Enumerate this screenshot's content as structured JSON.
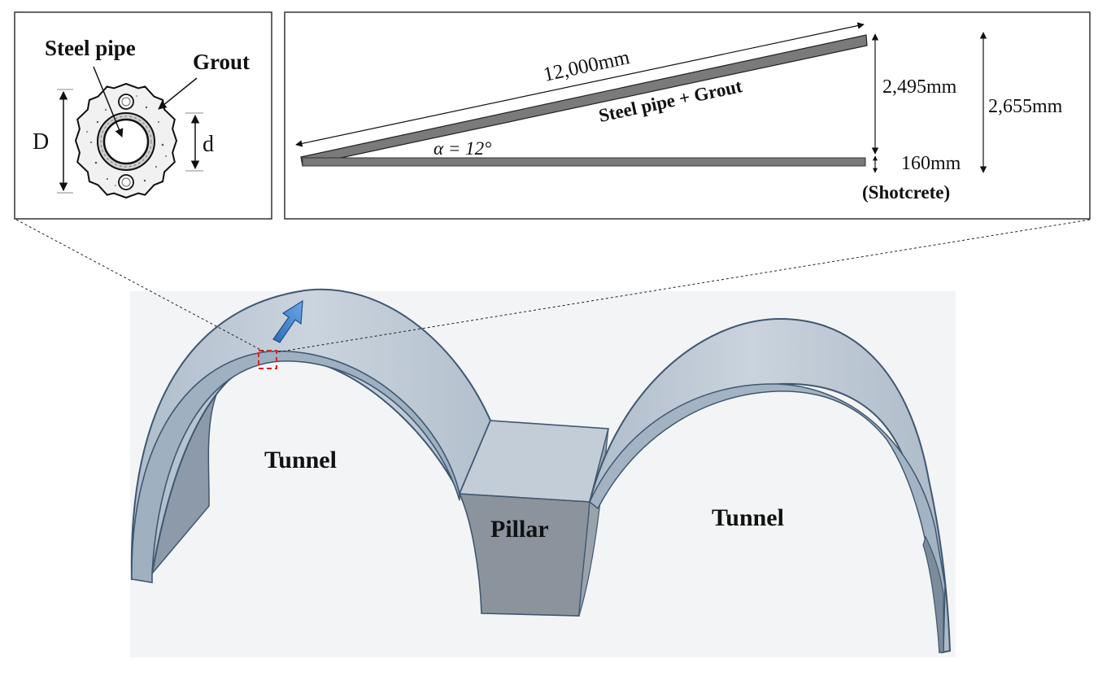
{
  "cross_section": {
    "steel_pipe_label": "Steel pipe",
    "grout_label": "Grout",
    "outer_diameter_label": "D",
    "inner_diameter_label": "d"
  },
  "profile": {
    "length_label": "12,000mm",
    "member_label": "Steel pipe + Grout",
    "angle_label": "α = 12°",
    "rise_label": "2,495mm",
    "total_height_label": "2,655mm",
    "shotcrete_thickness_label": "160mm",
    "shotcrete_label": "(Shotcrete)"
  },
  "model": {
    "tunnel_left_label": "Tunnel",
    "tunnel_right_label": "Tunnel",
    "pillar_label": "Pillar"
  },
  "colors": {
    "tunnel_face": "#b6c3d0",
    "tunnel_face_light": "#cdd6e0",
    "tunnel_edge": "#3f5770",
    "tunnel_inner_side": "#8796a6",
    "pillar_top": "#c2ccd6",
    "pillar_front": "#8a939c",
    "bar_fill": "#7a7a7a",
    "marker": "#e02020",
    "arrow": "#3a7fc8"
  }
}
